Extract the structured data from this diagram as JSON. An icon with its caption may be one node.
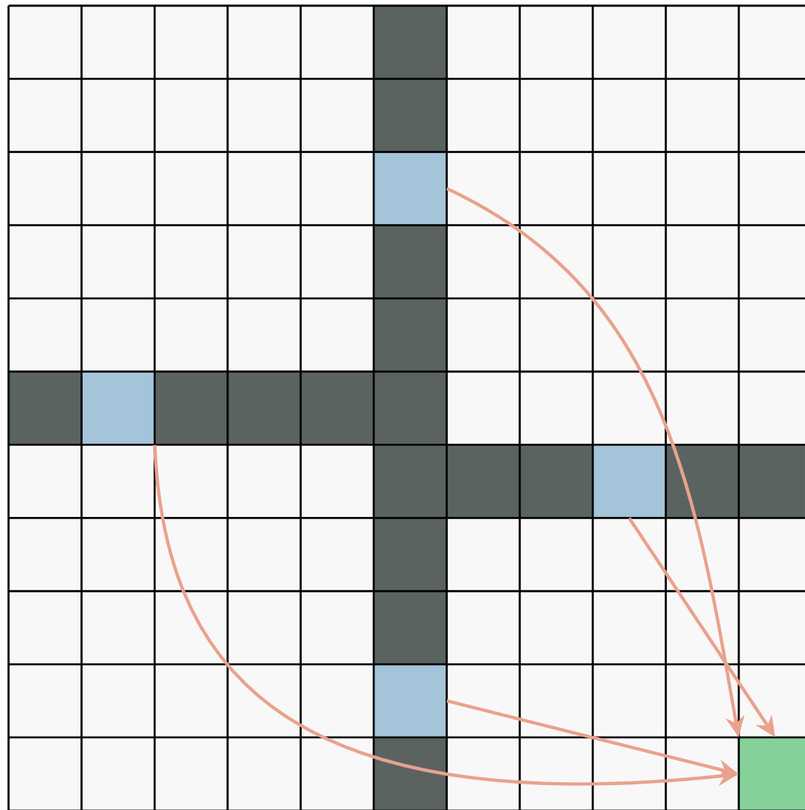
{
  "diagram": {
    "nodes": [
      {
        "text": [],
        "shape": "box"
      },
      {
        "text": [],
        "shape": "box"
      },
      {
        "text": [],
        "shape": "box"
      },
      {
        "text": [],
        "shape": "box"
      },
      {
        "text": [],
        "shape": "box"
      }
    ],
    "edges": [
      {
        "from": 0,
        "to": 4,
        "arrow": "to"
      },
      {
        "from": 1,
        "to": 4,
        "arrow": "to"
      },
      {
        "from": 2,
        "to": 4,
        "arrow": "to"
      },
      {
        "from": 3,
        "to": 4,
        "arrow": "to"
      }
    ]
  }
}
